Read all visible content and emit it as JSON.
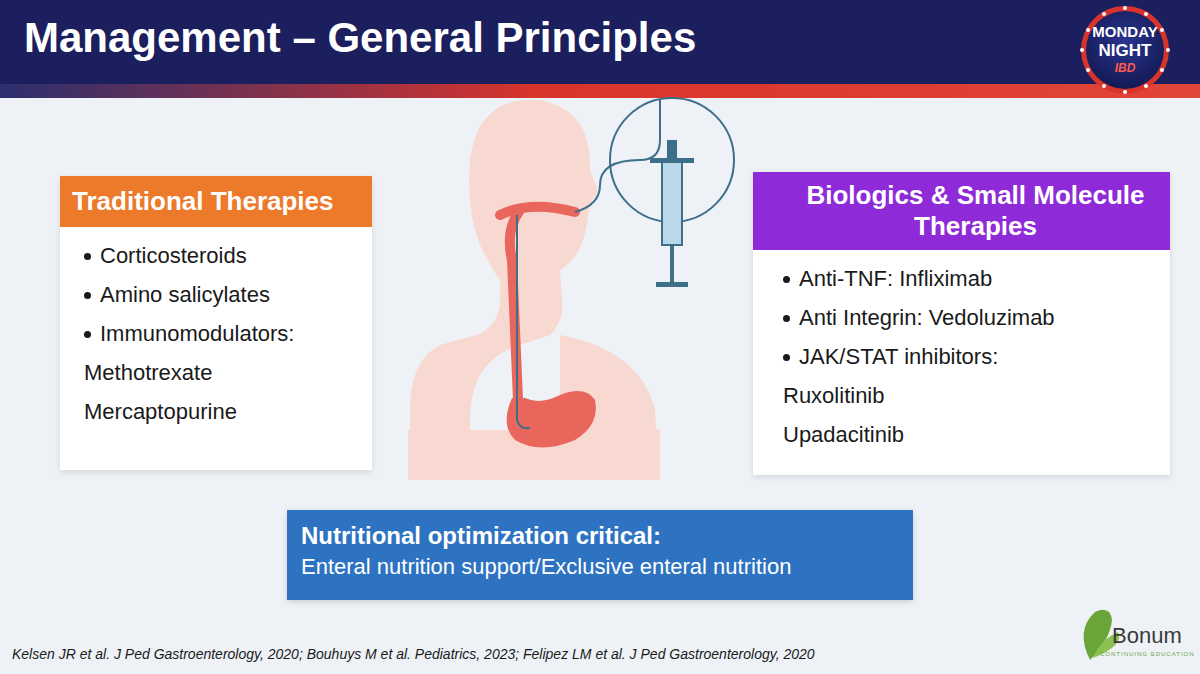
{
  "diagram": {
    "title": "Management – General Principles",
    "nodes": [
      {
        "text": [
          "Traditional Therapies",
          "Corticosteroids",
          "Amino salicylates",
          "Immunomodulators:",
          "Methotrexate",
          "Mercaptopurine"
        ]
      },
      {
        "text": [
          "Biologics & Small Molecule Therapies",
          "Anti-TNF: Infliximab",
          "Anti Integrin: Vedoluzimab",
          "JAK/STAT inhibitors:",
          "Ruxolitinib",
          "Upadacitinib"
        ]
      },
      {
        "text": [
          "Nutritional optimization critical:",
          "Enteral nutrition support/Exclusive enteral nutrition"
        ]
      }
    ],
    "labels": [
      "MONDAY",
      "NIGHT",
      "IBD",
      "Bonum",
      "CONTINUING EDUCATION",
      "Kelsen JR et al. J Ped Gastroenterology, 2020; Bouhuys M et al. Pediatrics, 2023; Felipez LM et al. J Ped Gastroenterology, 2020"
    ]
  }
}
